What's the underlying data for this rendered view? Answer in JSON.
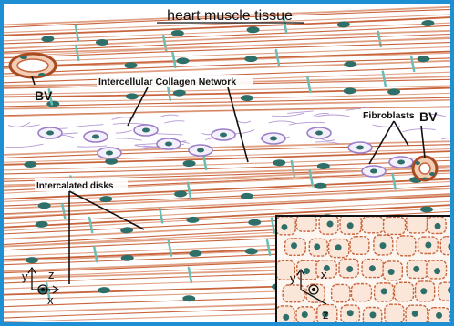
{
  "title": "heart muscle tissue",
  "labels": {
    "bv_left": "BV",
    "bv_right": "BV",
    "collagen": "Intercellular Collagen Network",
    "fibroblasts": "Fibroblasts",
    "intercalated": "Intercalated disks"
  },
  "axes_main": {
    "y": "y",
    "z": "z",
    "x": "x"
  },
  "axes_inset": {
    "y": "y",
    "x": "x",
    "z": "z"
  },
  "colors": {
    "frame": "#1e8fd2",
    "fiber": "#c8643c",
    "fiber_light": "#e0a083",
    "nucleus": "#2f6f6a",
    "collagen": "#b59ad6",
    "fibroblast": "#9a7ec9",
    "disk": "#6cbcb4",
    "vessel": "#a84a22"
  }
}
